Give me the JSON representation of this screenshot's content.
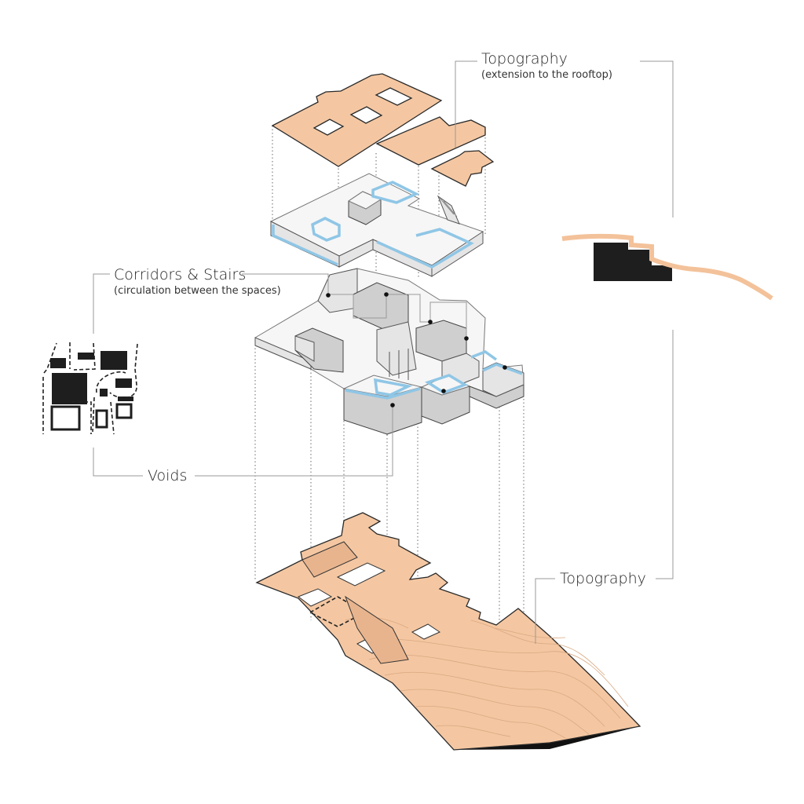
{
  "labels": {
    "topography_roof_title": "Topography",
    "topography_roof_subtitle": "(extension to the rooftop)",
    "corridors_title": "Corridors & Stairs",
    "corridors_subtitle": "(circulation between the spaces)",
    "voids_title": "Voids",
    "topography_ground_title": "Topography"
  },
  "colors": {
    "terrain": "#f4c7a2",
    "glazing": "#8fc6e6",
    "mass": "#1e1e1e",
    "leader": "#9a9a9a"
  }
}
